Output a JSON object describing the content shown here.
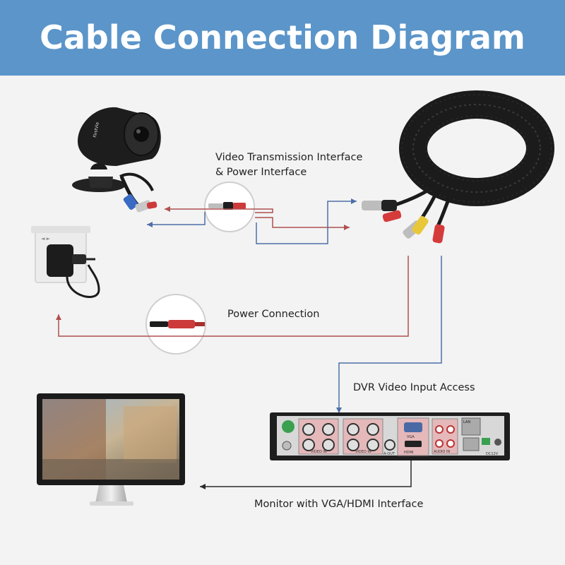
{
  "header": {
    "title": "Cable Connection Diagram"
  },
  "labels": {
    "video_line1": "Video Transmission Interface",
    "video_line2": "& Power Interface",
    "power": "Power Connection",
    "dvr": "DVR Video Input Access",
    "monitor": "Monitor with VGA/HDMI Interface"
  },
  "camera": {
    "brand": "FirstVia"
  },
  "dvr_panel": {
    "video_in_label": "VIDEO IN",
    "vga_label": "VGA",
    "hdmi_label": "HDMI",
    "audio_in_label": "AUDIO IN",
    "audio_out_label": "A-OUT",
    "lan_label": "LAN",
    "power_label": "DC12V"
  },
  "colors": {
    "header_bg": "#5b95c9",
    "power_line": "#b05050",
    "video_line": "#4d6fa8",
    "monitor_line": "#2a2a2a",
    "background": "#f3f3f3"
  }
}
